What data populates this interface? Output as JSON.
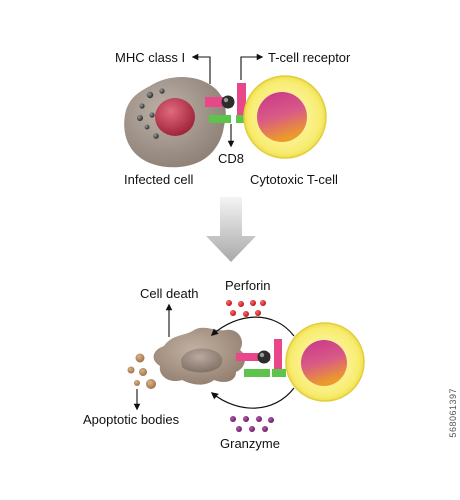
{
  "labels": {
    "mhc_class_1": "MHC class I",
    "t_cell_receptor": "T-cell receptor",
    "cd8": "CD8",
    "infected_cell": "Infected cell",
    "cytotoxic_t_cell": "Cytotoxic T-cell",
    "cell_death": "Cell death",
    "perforin": "Perforin",
    "apoptotic_bodies": "Apoptotic bodies",
    "granzyme": "Granzyme"
  },
  "stock_id": "568061397",
  "colors": {
    "infected_cell_body": "#9e9187",
    "infected_cell_nucleus": "#b33047",
    "t_cell_outer": "#f6e96a",
    "t_cell_nucleus_top": "#cf3f92",
    "t_cell_nucleus_bottom": "#e68a2c",
    "mhc_receptor": "#e8488a",
    "cd8_marker": "#5cc44a",
    "dying_cell_body": "#9b8674",
    "apoptotic_body": "#b0855a",
    "perforin_dots": "#d8202a",
    "granzyme_dots": "#8b2f85",
    "process_arrow": "#bdbdbd"
  }
}
